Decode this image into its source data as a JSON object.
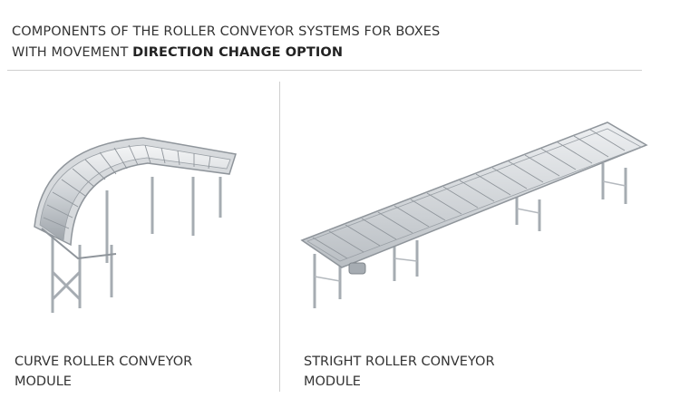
{
  "header": {
    "line1": "COMPONENTS OF THE ROLLER CONVEYOR SYSTEMS FOR BOXES",
    "line2_prefix": "WITH MOVEMENT ",
    "line2_bold": "DIRECTION CHANGE OPTION"
  },
  "modules": [
    {
      "caption_line1": "CURVE ROLLER CONVEYOR",
      "caption_line2": "MODULE"
    },
    {
      "caption_line1": "STRIGHT ROLLER CONVEYOR",
      "caption_line2": "MODULE"
    }
  ],
  "colors": {
    "text": "#333333",
    "divider": "#cfcfcf",
    "metal": "#c8ccd0",
    "metal_dark": "#8f959b"
  }
}
